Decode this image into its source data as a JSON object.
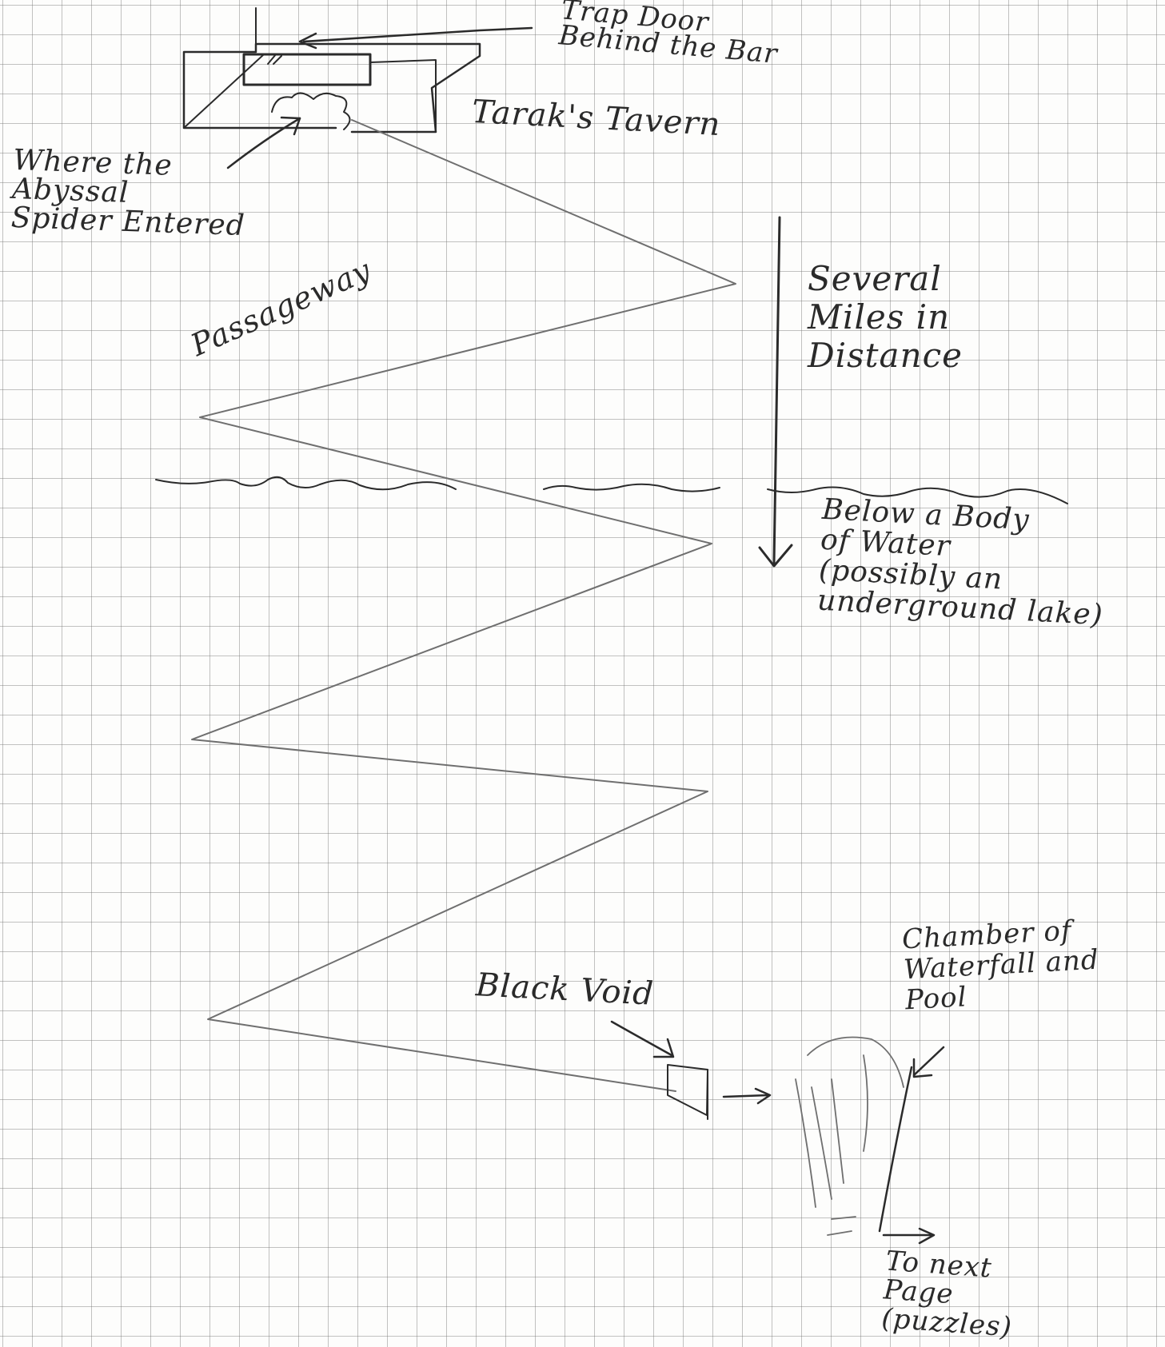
{
  "labels": {
    "trap_door": [
      "Trap Door",
      "Behind the Bar"
    ],
    "tavern": "Tarak's Tavern",
    "spider": [
      "Where the",
      "Abyssal",
      "Spider Entered"
    ],
    "passageway": "Passageway",
    "distance": [
      "Several",
      "Miles in",
      "Distance"
    ],
    "water": [
      "Below a Body",
      "of Water",
      "(possibly an",
      "underground lake)"
    ],
    "chamber": [
      "Chamber of",
      "Waterfall and",
      "Pool"
    ],
    "black_void": "Black Void",
    "next_page": [
      "To next",
      "Page",
      "(puzzles)"
    ]
  },
  "colors": {
    "paper": "#fdfdfc",
    "grid": "#8a8a8a",
    "ink": "#2b2b2b",
    "pencil": "#6f6f6f",
    "void_fill": "#555555"
  }
}
